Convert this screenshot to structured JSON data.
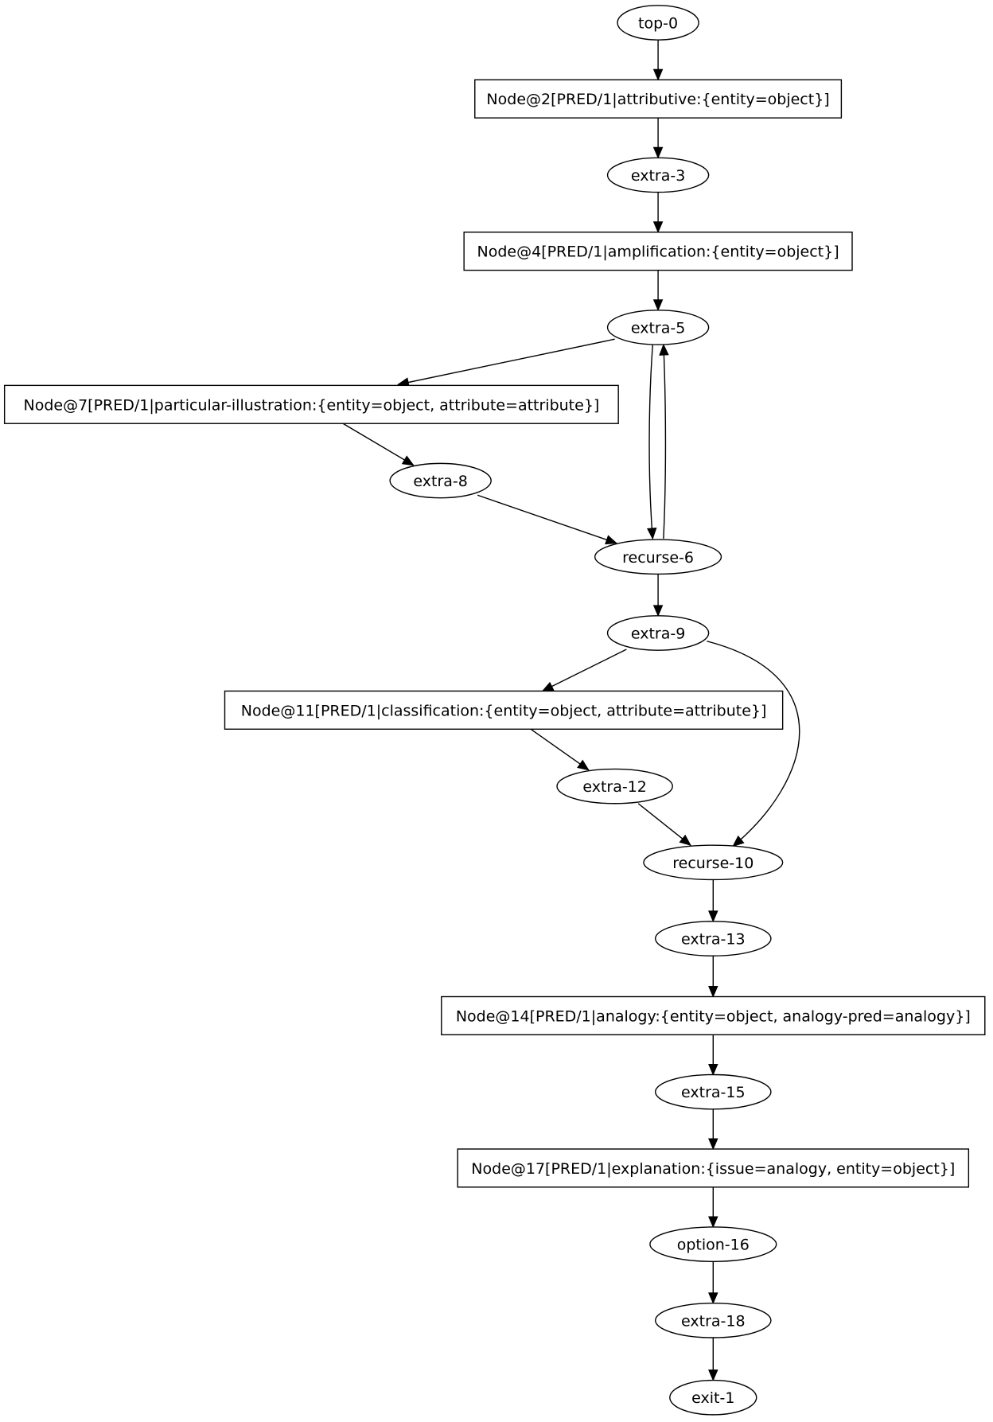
{
  "nodes": [
    {
      "id": "top-0",
      "label": "top-0",
      "shape": "ellipse"
    },
    {
      "id": "node-2",
      "label": "Node@2[PRED/1|attributive:{entity=object}]",
      "shape": "box"
    },
    {
      "id": "extra-3",
      "label": "extra-3",
      "shape": "ellipse"
    },
    {
      "id": "node-4",
      "label": "Node@4[PRED/1|amplification:{entity=object}]",
      "shape": "box"
    },
    {
      "id": "extra-5",
      "label": "extra-5",
      "shape": "ellipse"
    },
    {
      "id": "node-7",
      "label": "Node@7[PRED/1|particular-illustration:{entity=object, attribute=attribute}]",
      "shape": "box"
    },
    {
      "id": "extra-8",
      "label": "extra-8",
      "shape": "ellipse"
    },
    {
      "id": "recurse-6",
      "label": "recurse-6",
      "shape": "ellipse"
    },
    {
      "id": "extra-9",
      "label": "extra-9",
      "shape": "ellipse"
    },
    {
      "id": "node-11",
      "label": "Node@11[PRED/1|classification:{entity=object, attribute=attribute}]",
      "shape": "box"
    },
    {
      "id": "extra-12",
      "label": "extra-12",
      "shape": "ellipse"
    },
    {
      "id": "recurse-10",
      "label": "recurse-10",
      "shape": "ellipse"
    },
    {
      "id": "extra-13",
      "label": "extra-13",
      "shape": "ellipse"
    },
    {
      "id": "node-14",
      "label": "Node@14[PRED/1|analogy:{entity=object, analogy-pred=analogy}]",
      "shape": "box"
    },
    {
      "id": "extra-15",
      "label": "extra-15",
      "shape": "ellipse"
    },
    {
      "id": "node-17",
      "label": "Node@17[PRED/1|explanation:{issue=analogy, entity=object}]",
      "shape": "box"
    },
    {
      "id": "option-16",
      "label": "option-16",
      "shape": "ellipse"
    },
    {
      "id": "extra-18",
      "label": "extra-18",
      "shape": "ellipse"
    },
    {
      "id": "exit-1",
      "label": "exit-1",
      "shape": "ellipse"
    }
  ],
  "edges": [
    {
      "from": "top-0",
      "to": "node-2"
    },
    {
      "from": "node-2",
      "to": "extra-3"
    },
    {
      "from": "extra-3",
      "to": "node-4"
    },
    {
      "from": "node-4",
      "to": "extra-5"
    },
    {
      "from": "extra-5",
      "to": "node-7"
    },
    {
      "from": "extra-5",
      "to": "recurse-6"
    },
    {
      "from": "recurse-6",
      "to": "extra-5"
    },
    {
      "from": "node-7",
      "to": "extra-8"
    },
    {
      "from": "extra-8",
      "to": "recurse-6"
    },
    {
      "from": "recurse-6",
      "to": "extra-9"
    },
    {
      "from": "extra-9",
      "to": "node-11"
    },
    {
      "from": "extra-9",
      "to": "recurse-10"
    },
    {
      "from": "node-11",
      "to": "extra-12"
    },
    {
      "from": "extra-12",
      "to": "recurse-10"
    },
    {
      "from": "recurse-10",
      "to": "extra-13"
    },
    {
      "from": "extra-13",
      "to": "node-14"
    },
    {
      "from": "node-14",
      "to": "extra-15"
    },
    {
      "from": "extra-15",
      "to": "node-17"
    },
    {
      "from": "node-17",
      "to": "option-16"
    },
    {
      "from": "option-16",
      "to": "extra-18"
    },
    {
      "from": "extra-18",
      "to": "exit-1"
    }
  ]
}
